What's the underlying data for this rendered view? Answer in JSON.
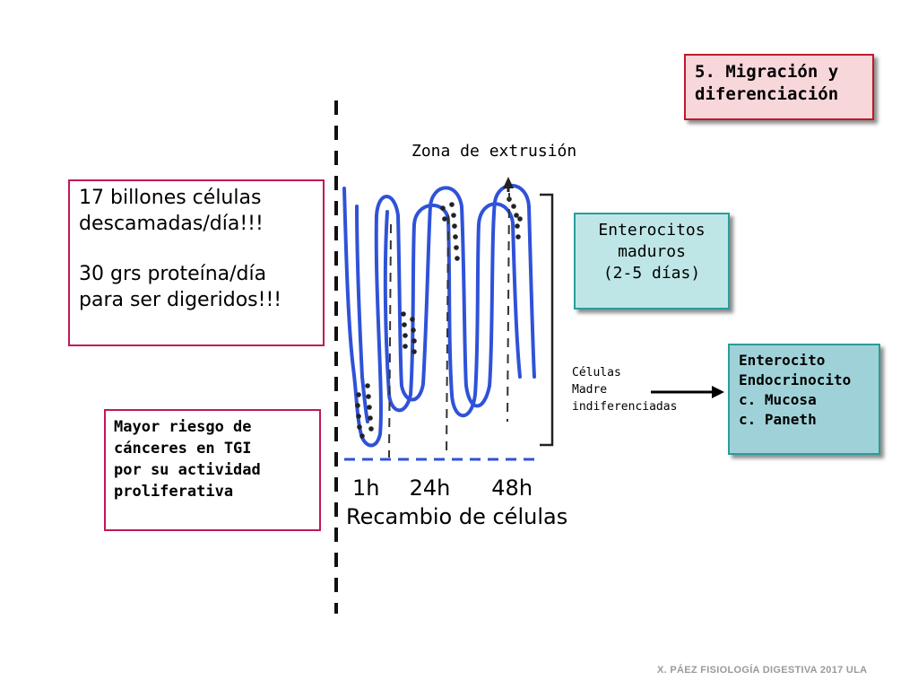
{
  "title": "5. Migración y diferenciación",
  "left_box": {
    "line1": "17 billones células",
    "line2": "descamadas/día!!!",
    "line3": "30 grs proteína/día",
    "line4": "para ser digeridos!!!"
  },
  "risk_box": {
    "line1": "Mayor riesgo de",
    "line2": "cánceres en TGI",
    "line3": "por su actividad",
    "line4": "proliferativa"
  },
  "zona_label": "Zona de extrusión",
  "mature_box": {
    "line1": "Enterocitos",
    "line2": "maduros",
    "line3": "(2-5 días)"
  },
  "stem_label": {
    "line1": "Células",
    "line2": "Madre",
    "line3": "indiferenciadas"
  },
  "cell_types": {
    "line1": "Enterocito",
    "line2": "Endocrinocito",
    "line3": "c. Mucosa",
    "line4": "c. Paneth"
  },
  "time_labels": [
    "1h",
    "24h",
    "48h"
  ],
  "recambio_label": "Recambio de células",
  "footer": "X. PÁEZ   FISIOLOGÍA DIGESTIVA 2017  ULA",
  "colors": {
    "villus_blue": "#2f52d8",
    "title_fill": "#f8d7da",
    "title_border": "#c0182a",
    "magenta_border": "#c0185a",
    "teal_fill": "#bfe6e6",
    "teal_border": "#2a9c9c"
  }
}
